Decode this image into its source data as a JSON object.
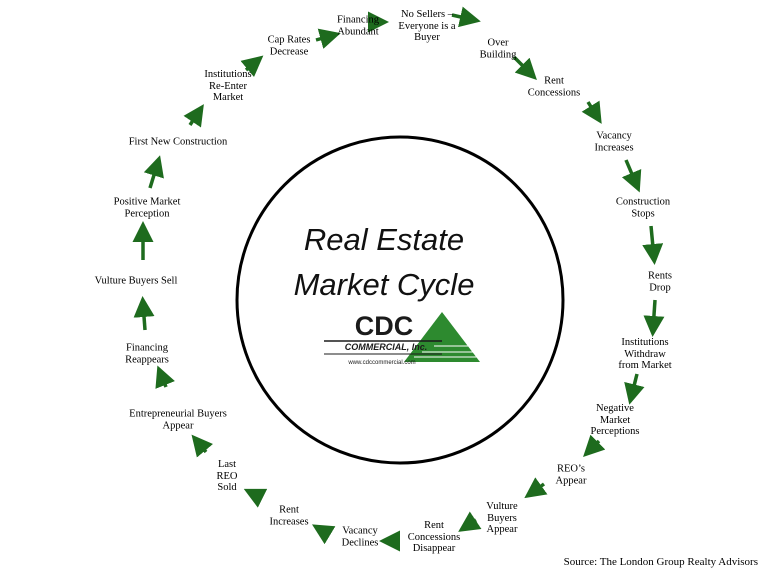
{
  "title_lines": [
    "Real Estate",
    "Market Cycle"
  ],
  "logo": {
    "name": "CDC",
    "subtitle": "COMMERCIAL, Inc.",
    "url": "www.cdccommercial.com",
    "brand_color": "#2d8a2f",
    "text_color": "#1b1b1b"
  },
  "source": "Source: The London Group Realty Advisors",
  "arrow_color": "#1e6b1e",
  "stages": [
    {
      "lines": [
        "No Sellers –",
        "Everyone is a",
        "Buyer"
      ]
    },
    {
      "lines": [
        "Over",
        "Building"
      ]
    },
    {
      "lines": [
        "Rent",
        "Concessions"
      ]
    },
    {
      "lines": [
        "Vacancy",
        "Increases"
      ]
    },
    {
      "lines": [
        "Construction",
        "Stops"
      ]
    },
    {
      "lines": [
        "Rents",
        "Drop"
      ]
    },
    {
      "lines": [
        "Institutions",
        "Withdraw",
        "from Market"
      ]
    },
    {
      "lines": [
        "Negative",
        "Market",
        "Perceptions"
      ]
    },
    {
      "lines": [
        "REO’s",
        "Appear"
      ]
    },
    {
      "lines": [
        "Vulture",
        "Buyers",
        "Appear"
      ]
    },
    {
      "lines": [
        "Rent",
        "Concessions",
        "Disappear"
      ]
    },
    {
      "lines": [
        "Vacancy",
        "Declines"
      ]
    },
    {
      "lines": [
        "Rent",
        "Increases"
      ]
    },
    {
      "lines": [
        "Last",
        "REO",
        "Sold"
      ]
    },
    {
      "lines": [
        "Entrepreneurial Buyers",
        "Appear"
      ]
    },
    {
      "lines": [
        "Financing",
        "Reappears"
      ]
    },
    {
      "lines": [
        "Vulture Buyers Sell"
      ]
    },
    {
      "lines": [
        "Positive Market",
        "Perception"
      ]
    },
    {
      "lines": [
        "First New Construction"
      ]
    },
    {
      "lines": [
        "Institutions",
        "Re-Enter",
        "Market"
      ]
    },
    {
      "lines": [
        "Cap Rates",
        "Decrease"
      ]
    },
    {
      "lines": [
        "Financing",
        "Abundant"
      ]
    }
  ]
}
